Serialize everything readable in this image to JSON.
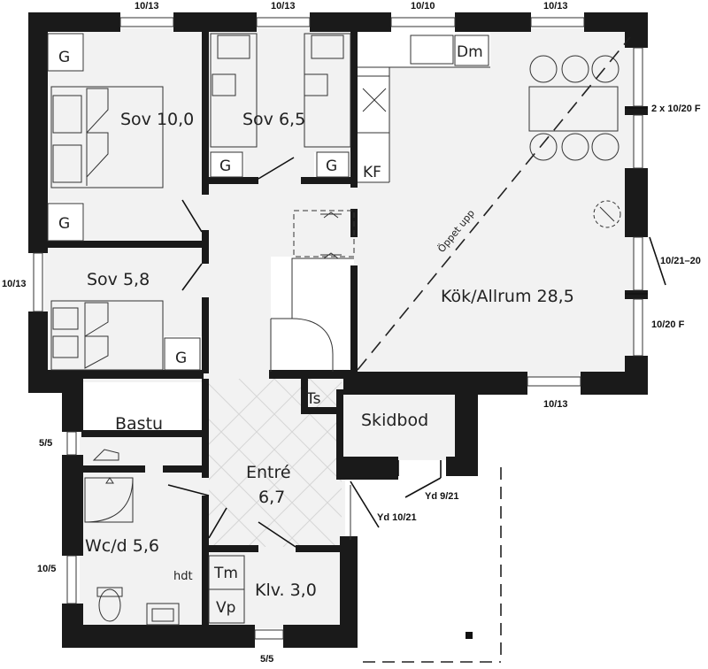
{
  "rooms": {
    "sov1": "Sov 10,0",
    "sov2": "Sov 6,5",
    "sov3": "Sov 5,8",
    "kok": "Kök/Allrum 28,5",
    "bastu": "Bastu",
    "skidbod": "Skidbod",
    "entre_line1": "Entré",
    "entre_line2": "6,7",
    "wcd": "Wc/d 5,6",
    "klv": "Klv. 3,0"
  },
  "fixtures": {
    "g": "G",
    "dm": "Dm",
    "kf": "KF",
    "ts": "Ts",
    "tm": "Tm",
    "vp": "Vp",
    "hdt": "hdt",
    "oppet_upp": "Öppet upp"
  },
  "dimensions": {
    "top1": "10/13",
    "top2": "10/13",
    "top3": "10/10",
    "top4": "10/13",
    "right1": "2 x 10/20 F",
    "right2": "10/21–20",
    "right3": "10/20 F",
    "kitchen_bottom": "10/13",
    "left1": "10/13",
    "left2": "5/5",
    "left3": "10/5",
    "bottom": "5/5",
    "yd1": "Yd 10/21",
    "yd2": "Yd 9/21"
  }
}
